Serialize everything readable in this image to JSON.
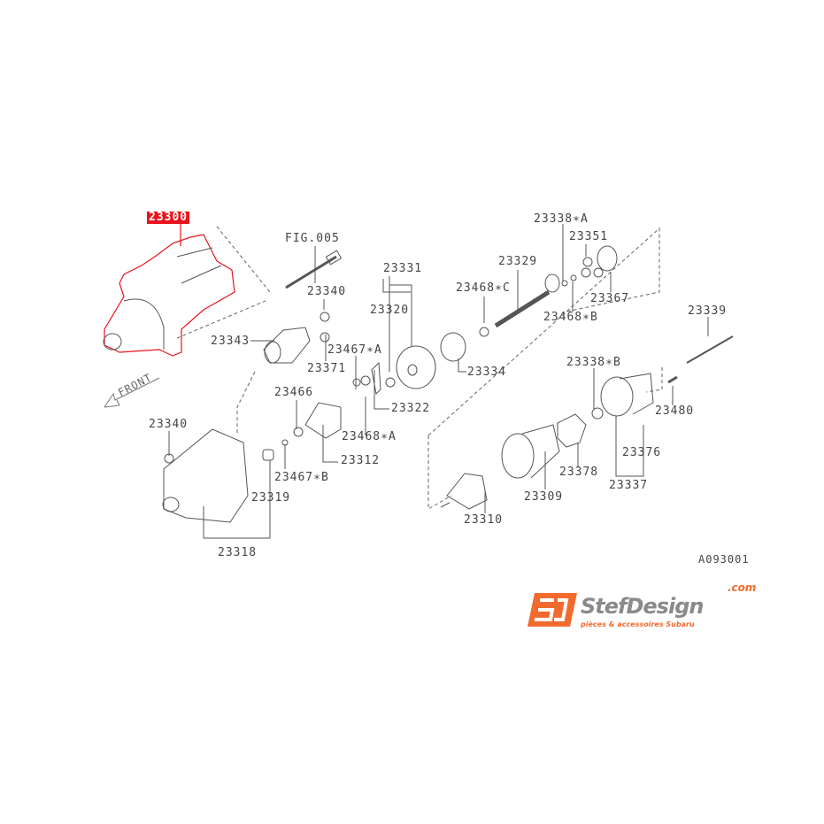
{
  "diagram": {
    "highlight_color": "#e8131b",
    "figure_code": "A093001",
    "front_label": "FRONT",
    "reference": "FIG.005",
    "highlighted_part": "23300",
    "parts": [
      {
        "id": "p23300",
        "label": "23300"
      },
      {
        "id": "p23340a",
        "label": "23340"
      },
      {
        "id": "p23343",
        "label": "23343"
      },
      {
        "id": "p23371",
        "label": "23371"
      },
      {
        "id": "p23467a",
        "label": "23467∗A"
      },
      {
        "id": "p23466",
        "label": "23466"
      },
      {
        "id": "p23322",
        "label": "23322"
      },
      {
        "id": "p23468a",
        "label": "23468∗A"
      },
      {
        "id": "p23340b",
        "label": "23340"
      },
      {
        "id": "p23312",
        "label": "23312"
      },
      {
        "id": "p23467b",
        "label": "23467∗B"
      },
      {
        "id": "p23319",
        "label": "23319"
      },
      {
        "id": "p23318",
        "label": "23318"
      },
      {
        "id": "p23331",
        "label": "23331"
      },
      {
        "id": "p23320",
        "label": "23320"
      },
      {
        "id": "p23334",
        "label": "23334"
      },
      {
        "id": "p23329",
        "label": "23329"
      },
      {
        "id": "p23468c",
        "label": "23468∗C"
      },
      {
        "id": "p23338a",
        "label": "23338∗A"
      },
      {
        "id": "p23351",
        "label": "23351"
      },
      {
        "id": "p23367",
        "label": "23367"
      },
      {
        "id": "p23468b",
        "label": "23468∗B"
      },
      {
        "id": "p23339",
        "label": "23339"
      },
      {
        "id": "p23338b",
        "label": "23338∗B"
      },
      {
        "id": "p23480",
        "label": "23480"
      },
      {
        "id": "p23376",
        "label": "23376"
      },
      {
        "id": "p23337",
        "label": "23337"
      },
      {
        "id": "p23378",
        "label": "23378"
      },
      {
        "id": "p23309",
        "label": "23309"
      },
      {
        "id": "p23310",
        "label": "23310"
      }
    ]
  },
  "logo": {
    "brand": "StefDesign",
    "domain": ".com",
    "tagline": "pièces & accessoires Subaru",
    "brand_color": "#f26a2e"
  }
}
